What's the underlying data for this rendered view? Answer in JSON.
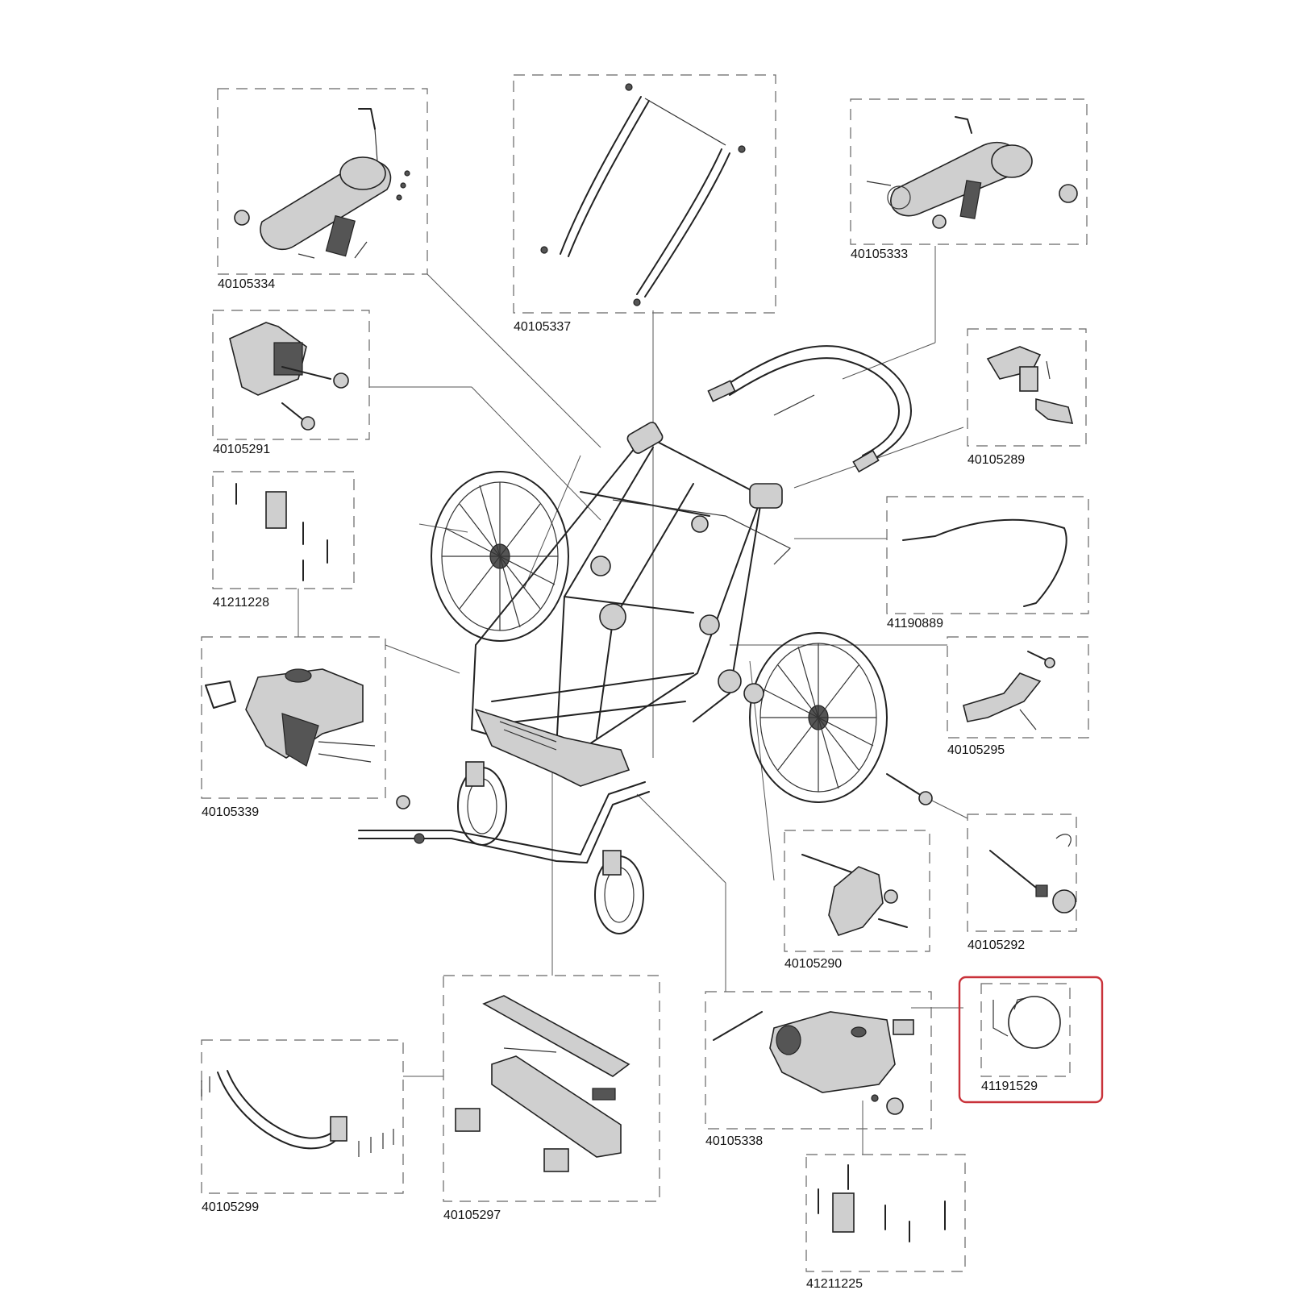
{
  "diagram": {
    "highlight_color": "#c9323a",
    "parts": [
      {
        "id": "p1",
        "number": "40105334"
      },
      {
        "id": "p2",
        "number": "40105337"
      },
      {
        "id": "p3",
        "number": "40105333"
      },
      {
        "id": "p4",
        "number": "40105291"
      },
      {
        "id": "p5",
        "number": "40105289"
      },
      {
        "id": "p6",
        "number": "41211228"
      },
      {
        "id": "p7",
        "number": "41190889"
      },
      {
        "id": "p8",
        "number": "40105339"
      },
      {
        "id": "p9",
        "number": "40105295"
      },
      {
        "id": "p10",
        "number": "40105290"
      },
      {
        "id": "p11",
        "number": "40105292"
      },
      {
        "id": "p12",
        "number": "41191529",
        "highlighted": true
      },
      {
        "id": "p13",
        "number": "40105338"
      },
      {
        "id": "p14",
        "number": "40105299"
      },
      {
        "id": "p15",
        "number": "40105297"
      },
      {
        "id": "p16",
        "number": "41211225"
      }
    ]
  }
}
